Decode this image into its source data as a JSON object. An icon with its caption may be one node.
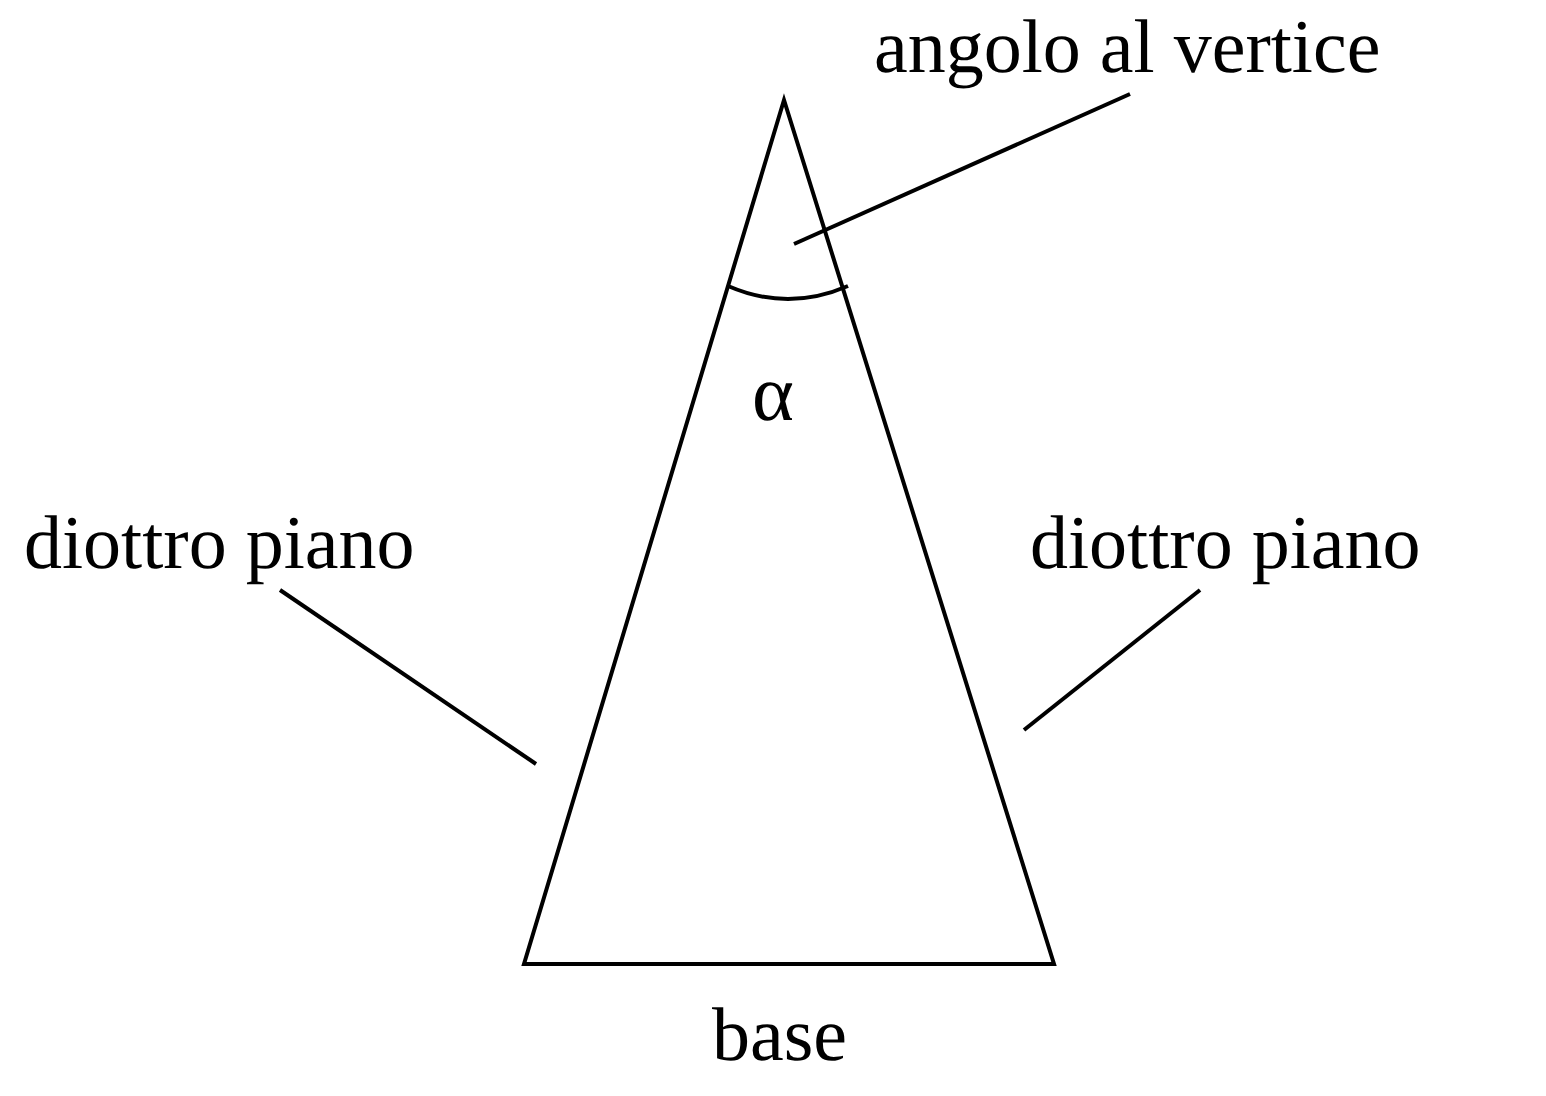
{
  "diagram": {
    "nodes": [
      {
        "text": [
          "angolo al vertice"
        ]
      },
      {
        "text": [
          "diottro piano"
        ]
      },
      {
        "text": [
          "diottro piano"
        ]
      }
    ],
    "edges": [
      {
        "from": 0,
        "to": null,
        "arrow": "none"
      },
      {
        "from": 1,
        "to": null,
        "arrow": "none"
      },
      {
        "from": 2,
        "to": null,
        "arrow": "none"
      }
    ],
    "labels": [
      "α",
      "base"
    ]
  }
}
